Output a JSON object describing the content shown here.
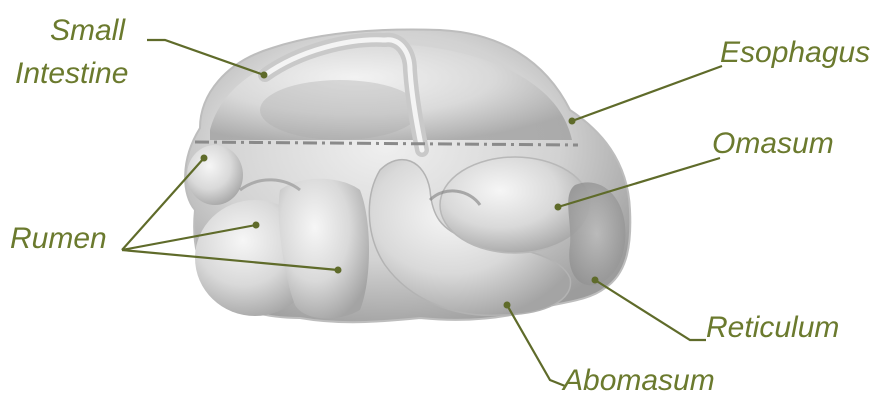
{
  "labels": {
    "small_intestine_line1": "Small",
    "small_intestine_line2": "Intestine",
    "esophagus": "Esophagus",
    "omasum": "Omasum",
    "rumen": "Rumen",
    "reticulum": "Reticulum",
    "abomasum": "Abomasum"
  },
  "colors": {
    "label_text": "#6b7a2e",
    "leader_line": "#5f6b2a",
    "organ_fill": "#dcdcdc",
    "organ_shadow": "#9a9a9a",
    "divider_dash": "#8a8a8a"
  }
}
